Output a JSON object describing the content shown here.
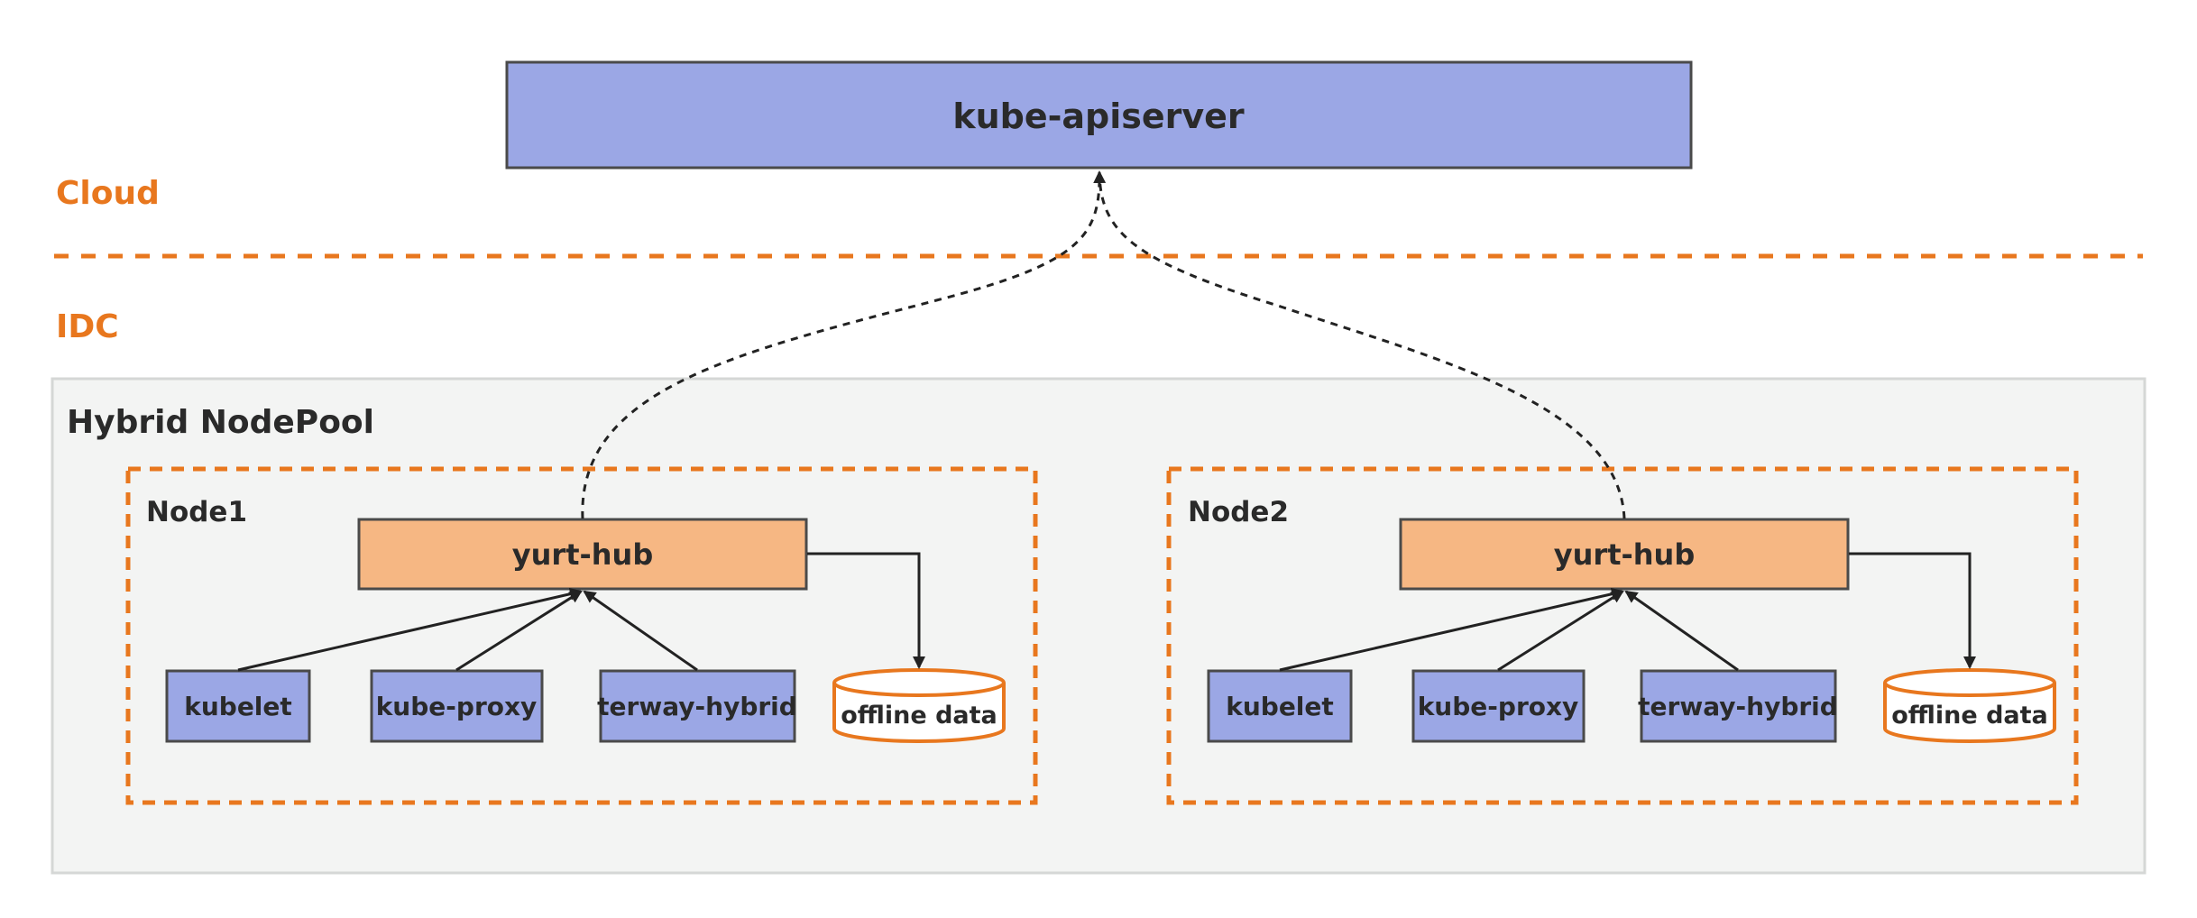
{
  "zones": {
    "cloud": "Cloud",
    "idc": "IDC"
  },
  "apiserver": {
    "label": "kube-apiserver"
  },
  "nodepool": {
    "title": "Hybrid NodePool"
  },
  "nodes": [
    {
      "title": "Node1",
      "hub": "yurt-hub",
      "components": [
        "kubelet",
        "kube-proxy",
        "terway-hybrid"
      ],
      "storage": "offline data"
    },
    {
      "title": "Node2",
      "hub": "yurt-hub",
      "components": [
        "kubelet",
        "kube-proxy",
        "terway-hybrid"
      ],
      "storage": "offline data"
    }
  ],
  "colors": {
    "apiserver_fill": "#9BA7E5",
    "hub_fill": "#F6B783",
    "component_fill": "#9BA7E5",
    "accent_orange": "#E8771E",
    "nodepool_bg": "#F3F4F3",
    "nodepool_border": "#D5D7D6",
    "stroke": "#4A4A4A"
  }
}
